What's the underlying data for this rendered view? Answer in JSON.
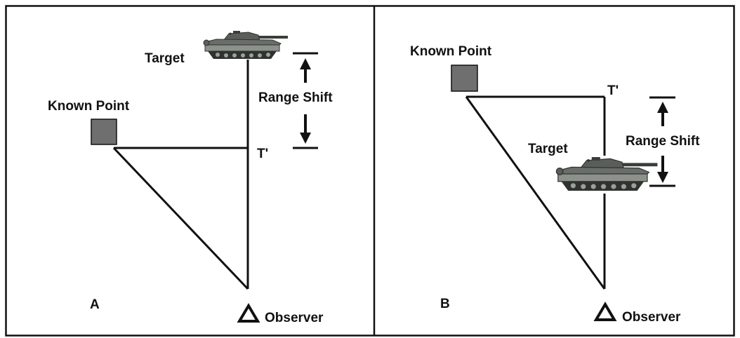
{
  "panels": [
    {
      "letter": "A",
      "target_label": "Target",
      "known_point_label": "Known Point",
      "range_shift_label": "Range Shift",
      "t_prime_label": "T'",
      "observer_label": "Observer"
    },
    {
      "letter": "B",
      "target_label": "Target",
      "known_point_label": "Known Point",
      "range_shift_label": "Range Shift",
      "t_prime_label": "T'",
      "observer_label": "Observer"
    }
  ],
  "colors": {
    "ink": "#111111",
    "known_point_fill": "#6f6f6f",
    "tank_body": "#5a5e5a",
    "tank_dark": "#2f322f",
    "tank_light": "#9aa09a"
  }
}
